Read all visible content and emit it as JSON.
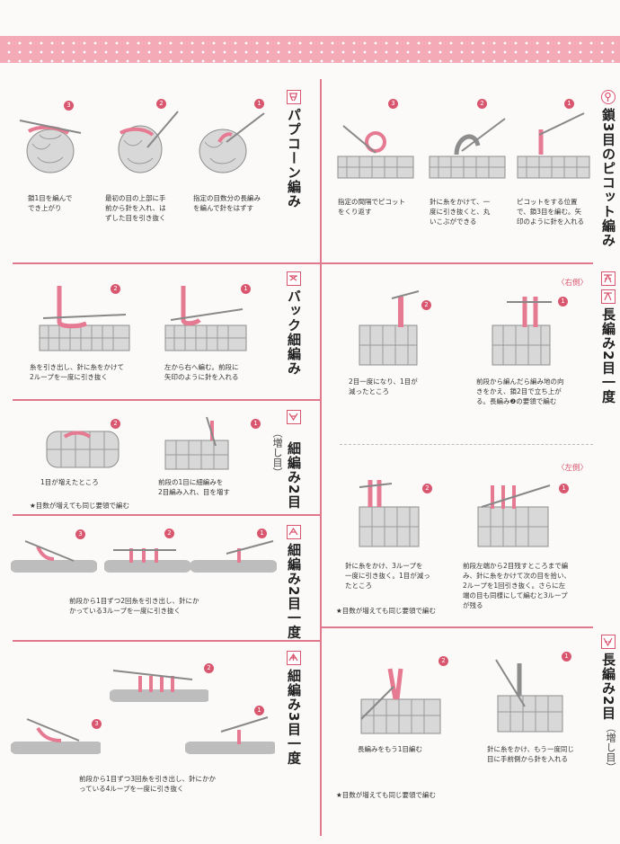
{
  "sections": {
    "popcorn": {
      "title": "パプコーン編み",
      "captions": [
        "鎖1目を編んで\nでき上がり",
        "最初の目の上部に手\n前から針を入れ、は\nずした目を引き抜く",
        "指定の目数分の長編み\nを編んで針をはずす"
      ],
      "steps": [
        "3",
        "2",
        "1"
      ]
    },
    "picot": {
      "title": "鎖3目のピコット編み",
      "captions": [
        "指定の間隔でピコット\nをくり返す",
        "針に糸をかけて、一\n度に引き抜くと、丸\nいこぶができる",
        "ピコットをする位置\nで、鎖3目を編む。矢\n印のように針を入れる"
      ],
      "steps": [
        "3",
        "2",
        "1"
      ]
    },
    "back": {
      "title": "バック細編み",
      "captions": [
        "糸を引き出し、針に糸をかけて\n2ループを一度に引き抜く",
        "左から右へ編む。前段に\n矢印のように針を入れる"
      ],
      "steps": [
        "2",
        "1"
      ]
    },
    "dc2tog": {
      "title": "長編み2目一度",
      "side_right": "〈右側〉",
      "side_left": "〈左側〉",
      "captions_right": [
        "2目一度になり、1目が\n減ったところ",
        "前段から編んだら編み地の向\nきをかえ、鎖2目で立ち上が\nる。長編み❷の要領で編む"
      ],
      "captions_left": [
        "針に糸をかけ、3ループを\n一度に引き抜く。1目が減っ\nたところ",
        "前段左端から2目残すところまで編\nみ、針に糸をかけて次の目を拾い、\n2ループを1回引き抜く。さらに左\n端の目も同様にして編むと3ループ\nが残る"
      ],
      "note": "★目数が増えても同じ要領で編む",
      "steps": [
        "2",
        "1",
        "2",
        "1"
      ]
    },
    "sc2inc": {
      "title": "細編み2目",
      "subtitle": "（増し目）",
      "captions": [
        "1目が増えたところ",
        "前段の1目に細編みを\n2目編み入れ、目を増す"
      ],
      "note": "★目数が増えても同じ要領で編む",
      "steps": [
        "2",
        "1"
      ]
    },
    "sc2tog": {
      "title": "細編み2目一度",
      "caption": "前段から1目ずつ2回糸を引き出し、針にか\nかっている3ループを一度に引き抜く",
      "steps": [
        "3",
        "2",
        "1"
      ]
    },
    "sc3tog": {
      "title": "細編み3目一度",
      "caption": "前段から1目ずつ3回糸を引き出し、針にかか\nっている4ループを一度に引き抜く",
      "steps": [
        "2",
        "3",
        "1"
      ]
    },
    "dc2inc": {
      "title": "長編み2目",
      "subtitle": "（増し目）",
      "captions": [
        "長編みをもう1目編む",
        "針に糸をかけ、もう一度同じ\n目に手前側から針を入れる"
      ],
      "note": "★目数が増えても同じ要領で編む",
      "steps": [
        "2",
        "1"
      ]
    }
  },
  "colors": {
    "accent": "#d9566f",
    "band": "#f4aab7",
    "yarn_gray": "#bdbdbd",
    "yarn_pink": "#e57a92"
  },
  "icons": [
    "popcorn-symbol-icon",
    "picot-symbol-icon",
    "back-sc-symbol-icon",
    "dc2tog-symbol-icon",
    "sc2inc-symbol-icon",
    "sc2tog-symbol-icon",
    "sc3tog-symbol-icon",
    "dc2inc-symbol-icon"
  ]
}
